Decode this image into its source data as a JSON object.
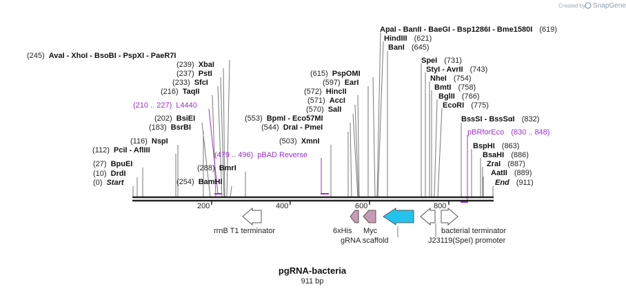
{
  "credit": {
    "prefix": "Created by",
    "brand": "SnapGene"
  },
  "plasmid": {
    "name": "pgRNA-bacteria",
    "length": "911 bp"
  },
  "ruler": {
    "ticks": [
      "200",
      "400",
      "600",
      "800"
    ]
  },
  "sites": [
    {
      "pos": "(0)",
      "name": "Start",
      "italic": true
    },
    {
      "pos": "(10)",
      "name": "DrdI"
    },
    {
      "pos": "(27)",
      "name": "BpuEI"
    },
    {
      "pos": "(112)",
      "name": "PciI  -  AflIII"
    },
    {
      "pos": "(116)",
      "name": "NspI"
    },
    {
      "pos": "(183)",
      "name": "BsrBI"
    },
    {
      "pos": "(202)",
      "name": "BsiEI"
    },
    {
      "pos": "(216)",
      "name": "TaqII"
    },
    {
      "pos": "(233)",
      "name": "SfcI"
    },
    {
      "pos": "(237)",
      "name": "PstI"
    },
    {
      "pos": "(239)",
      "name": "XbaI"
    },
    {
      "pos": "(245)",
      "name": "AvaI  -  XhoI  -  BsoBI  -  PspXI  -  PaeR7I"
    },
    {
      "pos": "(254)",
      "name": "BamHI"
    },
    {
      "pos": "(288)",
      "name": "BmrI"
    },
    {
      "pos": "(503)",
      "name": "XmnI"
    },
    {
      "pos": "(544)",
      "name": "DraI  -  PmeI"
    },
    {
      "pos": "(553)",
      "name": "BpmI  -  Eco57MI"
    },
    {
      "pos": "(570)",
      "name": "SalI"
    },
    {
      "pos": "(571)",
      "name": "AccI"
    },
    {
      "pos": "(572)",
      "name": "HincII"
    },
    {
      "pos": "(597)",
      "name": "EarI"
    },
    {
      "pos": "(615)",
      "name": "PspOMI"
    },
    {
      "pos": "(619)",
      "name": "ApaI  -  BanII  -  BaeGI  -  Bsp1286I  -  Bme1580I"
    },
    {
      "pos": "(621)",
      "name": "HindIII"
    },
    {
      "pos": "(645)",
      "name": "BanI"
    },
    {
      "pos": "(731)",
      "name": "SpeI"
    },
    {
      "pos": "(743)",
      "name": "StyI  -  AvrII"
    },
    {
      "pos": "(754)",
      "name": "NheI"
    },
    {
      "pos": "(758)",
      "name": "BmtI"
    },
    {
      "pos": "(766)",
      "name": "BglII"
    },
    {
      "pos": "(775)",
      "name": "EcoRI"
    },
    {
      "pos": "(832)",
      "name": "BssSI  -  BssSαI"
    },
    {
      "pos": "(863)",
      "name": "BspHI"
    },
    {
      "pos": "(886)",
      "name": "BsaHI"
    },
    {
      "pos": "(887)",
      "name": "ZraI"
    },
    {
      "pos": "(889)",
      "name": "AatII"
    },
    {
      "pos": "(911)",
      "name": "End",
      "italic": true
    }
  ],
  "primers": [
    {
      "name": "L4440",
      "range": "(210 .. 227)"
    },
    {
      "name": "pBAD Reverse",
      "range": "(479 .. 496)"
    },
    {
      "name": "pBRforEco",
      "range": "(830 .. 848)"
    }
  ],
  "features": [
    {
      "name": "rrnB T1 terminator"
    },
    {
      "name": "6xHis"
    },
    {
      "name": "Myc"
    },
    {
      "name": "gRNA scaffold"
    },
    {
      "name": "J23119(SpeI) promoter"
    },
    {
      "name": "bacterial terminator"
    }
  ],
  "colors": {
    "backbone": "#222222",
    "primer": "#9a2fd0",
    "feature_outline": "#555555",
    "feature_white": "#ffffff",
    "tag_fill": "#c79ab5",
    "scaffold_fill": "#22c4ee",
    "leader": "#777777"
  }
}
